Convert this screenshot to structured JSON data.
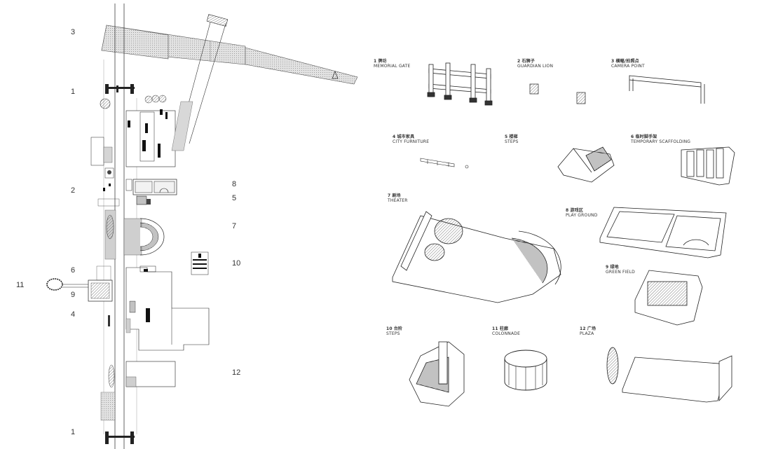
{
  "plan_numbers": [
    "3",
    "1",
    "2",
    "8",
    "5",
    "7",
    "10",
    "6",
    "11",
    "9",
    "4",
    "12",
    "1"
  ],
  "elements": [
    {
      "no": "1",
      "zh": "牌坊",
      "en": "MEMORIAL GATE"
    },
    {
      "no": "2",
      "zh": "石狮子",
      "en": "GUARDIAN LION"
    },
    {
      "no": "3",
      "zh": "横幅/拍照点",
      "en": "CAMERA POINT"
    },
    {
      "no": "4",
      "zh": "城市家具",
      "en": "CITY FURNITURE"
    },
    {
      "no": "5",
      "zh": "楼梯",
      "en": "STEPS"
    },
    {
      "no": "6",
      "zh": "临时脚手架",
      "en": "TEMPORARY SCAFFOLDING"
    },
    {
      "no": "7",
      "zh": "剧场",
      "en": "THEATER"
    },
    {
      "no": "8",
      "zh": "游戏区",
      "en": "PLAY GROUND"
    },
    {
      "no": "9",
      "zh": "绿地",
      "en": "GREEN FIELD"
    },
    {
      "no": "10",
      "zh": "台阶",
      "en": "STEPS"
    },
    {
      "no": "11",
      "zh": "柱廊",
      "en": "COLONNADE"
    },
    {
      "no": "12",
      "zh": "广场",
      "en": "PLAZA"
    }
  ],
  "colors": {
    "line": "#222222",
    "fill_grey": "#cfcfcf",
    "fill_dark": "#111111",
    "hatch": "#555555"
  }
}
